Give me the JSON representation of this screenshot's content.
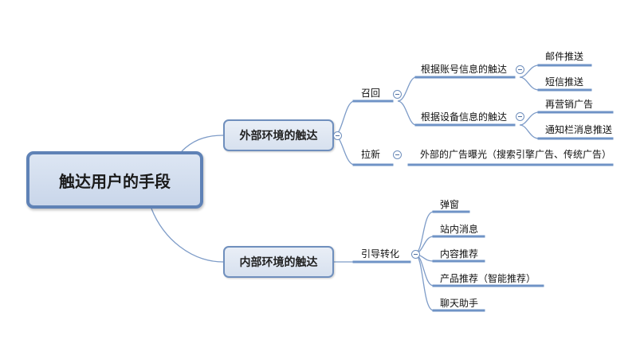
{
  "root": {
    "label": "触达用户的手段"
  },
  "branches": {
    "external": {
      "label": "外部环境的触达",
      "recall": {
        "label": "召回",
        "account": {
          "label": "根据账号信息的触达",
          "items": [
            "邮件推送",
            "短信推送"
          ]
        },
        "device": {
          "label": "根据设备信息的触达",
          "items": [
            "再营销广告",
            "通知栏消息推送"
          ]
        }
      },
      "acquire": {
        "label": "拉新",
        "ads": {
          "label": "外部的广告曝光（搜索引擎广告、传统广告）"
        }
      }
    },
    "internal": {
      "label": "内部环境的触达",
      "guide": {
        "label": "引导转化",
        "items": [
          "弹窗",
          "站内消息",
          "内容推荐",
          "产品推荐（智能推荐）",
          "聊天助手"
        ]
      }
    }
  },
  "colors": {
    "line": "#7e9cc8",
    "root_border": "#5f82b6",
    "node_border": "#6f8fbd"
  }
}
